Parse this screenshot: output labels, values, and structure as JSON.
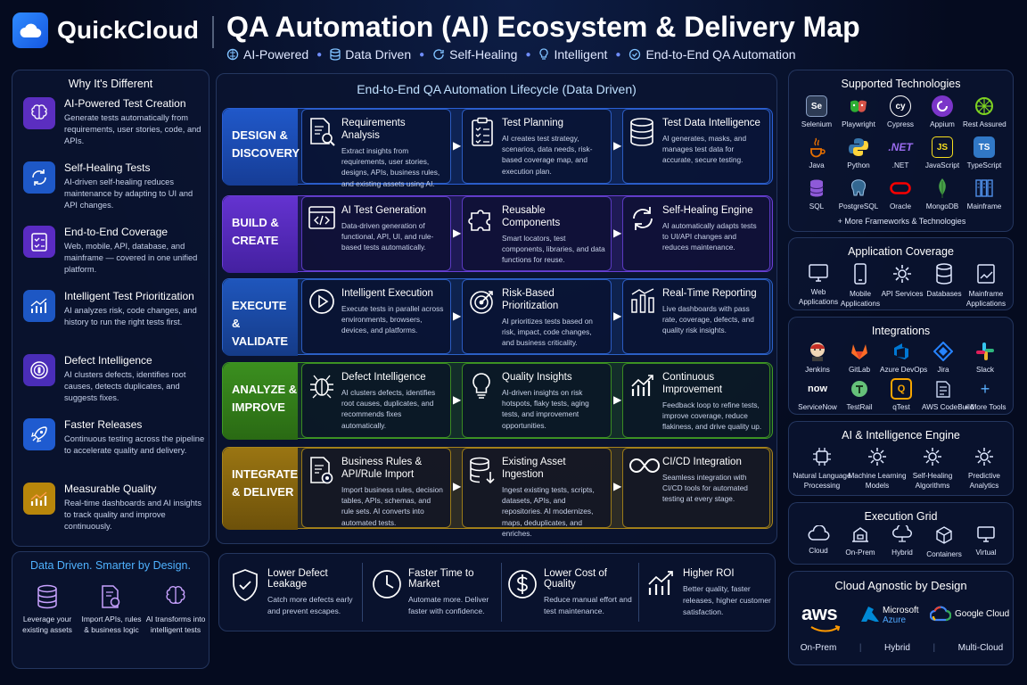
{
  "header": {
    "brand": "QuickCloud",
    "title": "QA Automation (AI) Ecosystem & Delivery Map",
    "tags": [
      "AI-Powered",
      "Data Driven",
      "Self-Healing",
      "Intelligent",
      "End-to-End QA Automation"
    ]
  },
  "left": {
    "title": "Why It's Different",
    "features": [
      {
        "title": "AI-Powered Test Creation",
        "desc": "Generate tests automatically from requirements, user stories, code, and APIs."
      },
      {
        "title": "Self-Healing Tests",
        "desc": "AI-driven self-healing reduces maintenance by adapting to UI and API changes."
      },
      {
        "title": "End-to-End Coverage",
        "desc": "Web, mobile, API, database, and mainframe — covered in one unified platform."
      },
      {
        "title": "Intelligent Test Prioritization",
        "desc": "AI analyzes risk, code changes, and history to run the right tests first."
      },
      {
        "title": "Defect Intelligence",
        "desc": "AI clusters defects, identifies root causes, detects duplicates, and suggests fixes."
      },
      {
        "title": "Faster Releases",
        "desc": "Continuous testing across the pipeline to accelerate quality and delivery."
      },
      {
        "title": "Measurable Quality",
        "desc": "Real-time dashboards and AI insights to track quality and improve continuously."
      }
    ]
  },
  "data_driven": {
    "title": "Data Driven. Smarter by Design.",
    "items": [
      "Leverage your existing assets",
      "Import APIs, rules & business logic",
      "AI transforms into intelligent tests"
    ]
  },
  "lifecycle": {
    "title": "End-to-End QA Automation Lifecycle (Data Driven)",
    "rows": [
      {
        "stage": "DESIGN & DISCOVERY",
        "cards": [
          {
            "title": "Requirements Analysis",
            "desc": "Extract insights from requirements, user stories, designs, APIs, business rules, and existing assets using AI."
          },
          {
            "title": "Test Planning",
            "desc": "AI creates test strategy, scenarios, data needs, risk-based coverage map, and execution plan."
          },
          {
            "title": "Test Data Intelligence",
            "desc": "AI generates, masks, and manages test data for accurate, secure testing."
          }
        ]
      },
      {
        "stage": "BUILD & CREATE",
        "cards": [
          {
            "title": "AI Test Generation",
            "desc": "Data-driven generation of functional, API, UI, and rule-based tests automatically."
          },
          {
            "title": "Reusable Components",
            "desc": "Smart locators, test components, libraries, and data functions for reuse."
          },
          {
            "title": "Self-Healing Engine",
            "desc": "AI automatically adapts tests to UI/API changes and reduces maintenance."
          }
        ]
      },
      {
        "stage": "EXECUTE & VALIDATE",
        "cards": [
          {
            "title": "Intelligent Execution",
            "desc": "Execute tests in parallel across environments, browsers, devices, and platforms."
          },
          {
            "title": "Risk-Based Prioritization",
            "desc": "AI prioritizes tests based on risk, impact, code changes, and business criticality."
          },
          {
            "title": "Real-Time Reporting",
            "desc": "Live dashboards with pass rate, coverage, defects, and quality risk insights."
          }
        ]
      },
      {
        "stage": "ANALYZE & IMPROVE",
        "cards": [
          {
            "title": "Defect Intelligence",
            "desc": "AI clusters defects, identifies root causes, duplicates, and recommends fixes automatically."
          },
          {
            "title": "Quality Insights",
            "desc": "AI-driven insights on risk hotspots, flaky tests, aging tests, and improvement opportunities."
          },
          {
            "title": "Continuous Improvement",
            "desc": "Feedback loop to refine tests, improve coverage, reduce flakiness, and drive quality up."
          }
        ]
      },
      {
        "stage": "INTEGRATE & DELIVER",
        "cards": [
          {
            "title": "Business Rules & API/Rule Import",
            "desc": "Import business rules, decision tables, APIs, schemas, and rule sets. AI converts into automated tests."
          },
          {
            "title": "Existing Asset Ingestion",
            "desc": "Ingest existing tests, scripts, datasets, APIs, and repositories. AI modernizes, maps, deduplicates, and enriches."
          },
          {
            "title": "CI/CD Integration",
            "desc": "Seamless integration with CI/CD tools for automated testing at every stage."
          }
        ]
      }
    ]
  },
  "benefits": [
    {
      "title": "Lower Defect Leakage",
      "desc": "Catch more defects early and prevent escapes."
    },
    {
      "title": "Faster Time to Market",
      "desc": "Automate more. Deliver faster with confidence."
    },
    {
      "title": "Lower Cost of Quality",
      "desc": "Reduce manual effort and test maintenance."
    },
    {
      "title": "Higher ROI",
      "desc": "Better quality, faster releases, higher customer satisfaction."
    }
  ],
  "technologies": {
    "title": "Supported Technologies",
    "items": [
      "Selenium",
      "Playwright",
      "Cypress",
      "Appium",
      "Rest Assured",
      "Java",
      "Python",
      ".NET",
      "JavaScript",
      "TypeScript",
      "SQL",
      "PostgreSQL",
      "Oracle",
      "MongoDB",
      "Mainframe"
    ],
    "logo_text": [
      "Se",
      "",
      "cy",
      "",
      "",
      "",
      "",
      ".NET",
      "JS",
      "TS",
      "",
      "",
      "",
      "",
      ""
    ],
    "more": "+ More Frameworks & Technologies"
  },
  "app_coverage": {
    "title": "Application Coverage",
    "items": [
      "Web Applications",
      "Mobile Applications",
      "API Services",
      "Databases",
      "Mainframe Applications"
    ]
  },
  "integrations": {
    "title": "Integrations",
    "items": [
      "Jenkins",
      "GitLab",
      "Azure DevOps",
      "Jira",
      "Slack",
      "ServiceNow",
      "TestRail",
      "qTest",
      "AWS CodeBuild",
      "+ More Tools"
    ],
    "logo_text": [
      "",
      "",
      "",
      "",
      "",
      "now",
      "",
      "Q",
      "",
      ""
    ]
  },
  "ai_engine": {
    "title": "AI & Intelligence Engine",
    "items": [
      "Natural Language Processing",
      "Machine Learning Models",
      "Self-Healing Algorithms",
      "Predictive Analytics"
    ]
  },
  "exec_grid": {
    "title": "Execution Grid",
    "items": [
      "Cloud",
      "On-Prem",
      "Hybrid",
      "Containers",
      "Virtual"
    ]
  },
  "cloud": {
    "title": "Cloud Agnostic by Design",
    "providers": [
      "aws",
      "Microsoft",
      "Azure",
      "Google Cloud"
    ],
    "options": [
      "On-Prem",
      "Hybrid",
      "Multi-Cloud"
    ]
  },
  "colors": {
    "design": "#1d4fbf",
    "build": "#5a2bc2",
    "execute": "#1b4ea8",
    "analyze": "#2f7d1a",
    "integrate": "#8a6a10",
    "accent": "#4fb2ff"
  }
}
